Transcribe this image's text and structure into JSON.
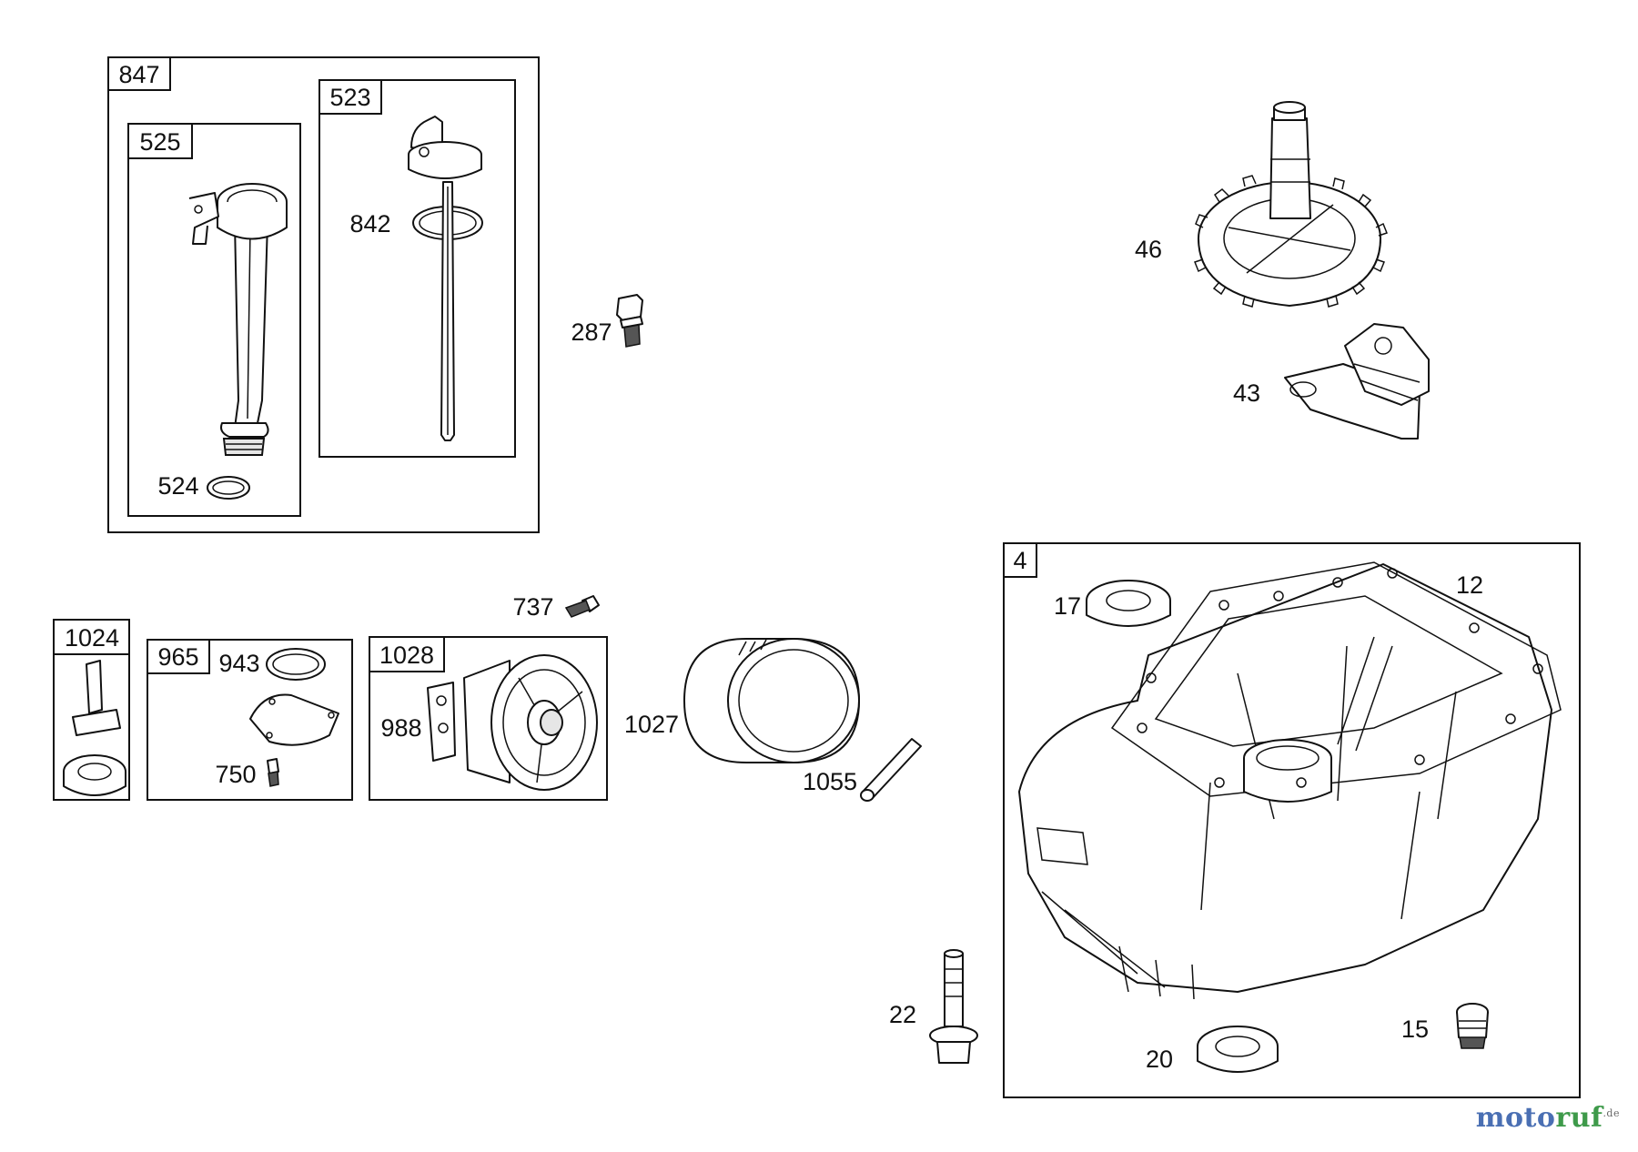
{
  "groups": {
    "g847": "847",
    "g525": "525",
    "g523": "523",
    "g1024": "1024",
    "g965": "965",
    "g1028": "1028",
    "g4": "4"
  },
  "parts": {
    "p524": "524",
    "p842": "842",
    "p287": "287",
    "p46": "46",
    "p43": "43",
    "p737": "737",
    "p943": "943",
    "p750": "750",
    "p988": "988",
    "p1027": "1027",
    "p1055": "1055",
    "p17": "17",
    "p12": "12",
    "p22": "22",
    "p20": "20",
    "p15": "15"
  },
  "watermark": {
    "part1": "moto",
    "part2": "ruf",
    "suffix": ".de"
  },
  "colors": {
    "line": "#111111",
    "background": "#ffffff",
    "watermark_blue": "#4a6fb3",
    "watermark_orange": "#d0532a",
    "watermark_green": "#3e9a4a"
  }
}
